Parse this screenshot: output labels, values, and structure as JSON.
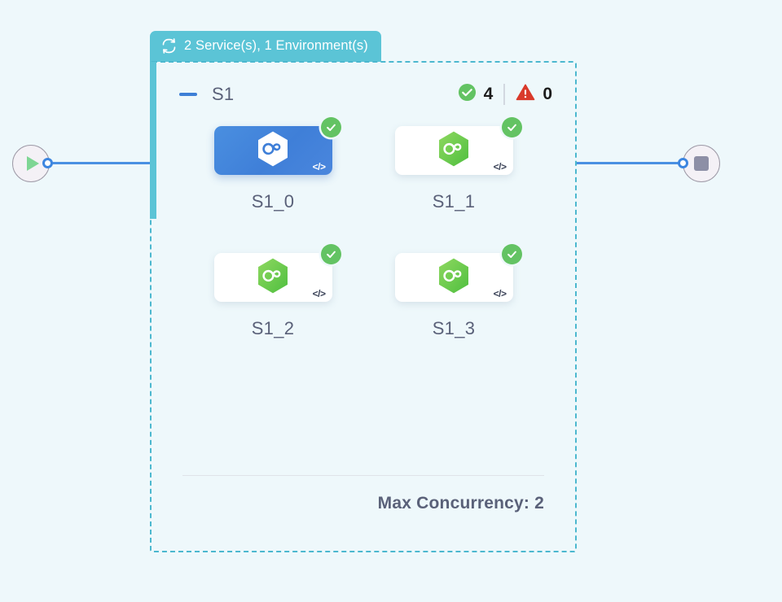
{
  "canvas": {
    "background_color": "#eef8fb"
  },
  "start_node": {
    "name": "start",
    "icon": "play-icon",
    "icon_color": "#7ed694"
  },
  "end_node": {
    "name": "end",
    "icon": "stop-icon",
    "icon_color": "#8d8fa6"
  },
  "edges": [
    {
      "from": "start",
      "to": "group",
      "color": "#4a90e2"
    },
    {
      "from": "group",
      "to": "end",
      "color": "#4a90e2"
    }
  ],
  "group": {
    "tab": {
      "icon": "loop-icon",
      "label": "2 Service(s), 1 Environment(s)",
      "background_color": "#5bc4d6",
      "text_color": "#ffffff"
    },
    "border_color": "#4cb8cf",
    "header": {
      "collapse_icon": "minus-icon",
      "title": "S1",
      "stats": {
        "success": {
          "icon": "check-circle-icon",
          "value": "4",
          "color": "#63c363"
        },
        "error": {
          "icon": "warning-triangle-icon",
          "value": "0",
          "color": "#d93a2b"
        }
      }
    },
    "nodes": [
      {
        "label": "S1_0",
        "selected": true,
        "status": "success",
        "logo_icon": "nodejs-hex-icon",
        "code_icon": "code-icon",
        "code_label": "</>"
      },
      {
        "label": "S1_1",
        "selected": false,
        "status": "success",
        "logo_icon": "nodejs-hex-icon",
        "code_icon": "code-icon",
        "code_label": "</>"
      },
      {
        "label": "S1_2",
        "selected": false,
        "status": "success",
        "logo_icon": "nodejs-hex-icon",
        "code_icon": "code-icon",
        "code_label": "</>"
      },
      {
        "label": "S1_3",
        "selected": false,
        "status": "success",
        "logo_icon": "nodejs-hex-icon",
        "code_icon": "code-icon",
        "code_label": "</>"
      }
    ],
    "footer": {
      "text": "Max Concurrency: 2"
    }
  }
}
